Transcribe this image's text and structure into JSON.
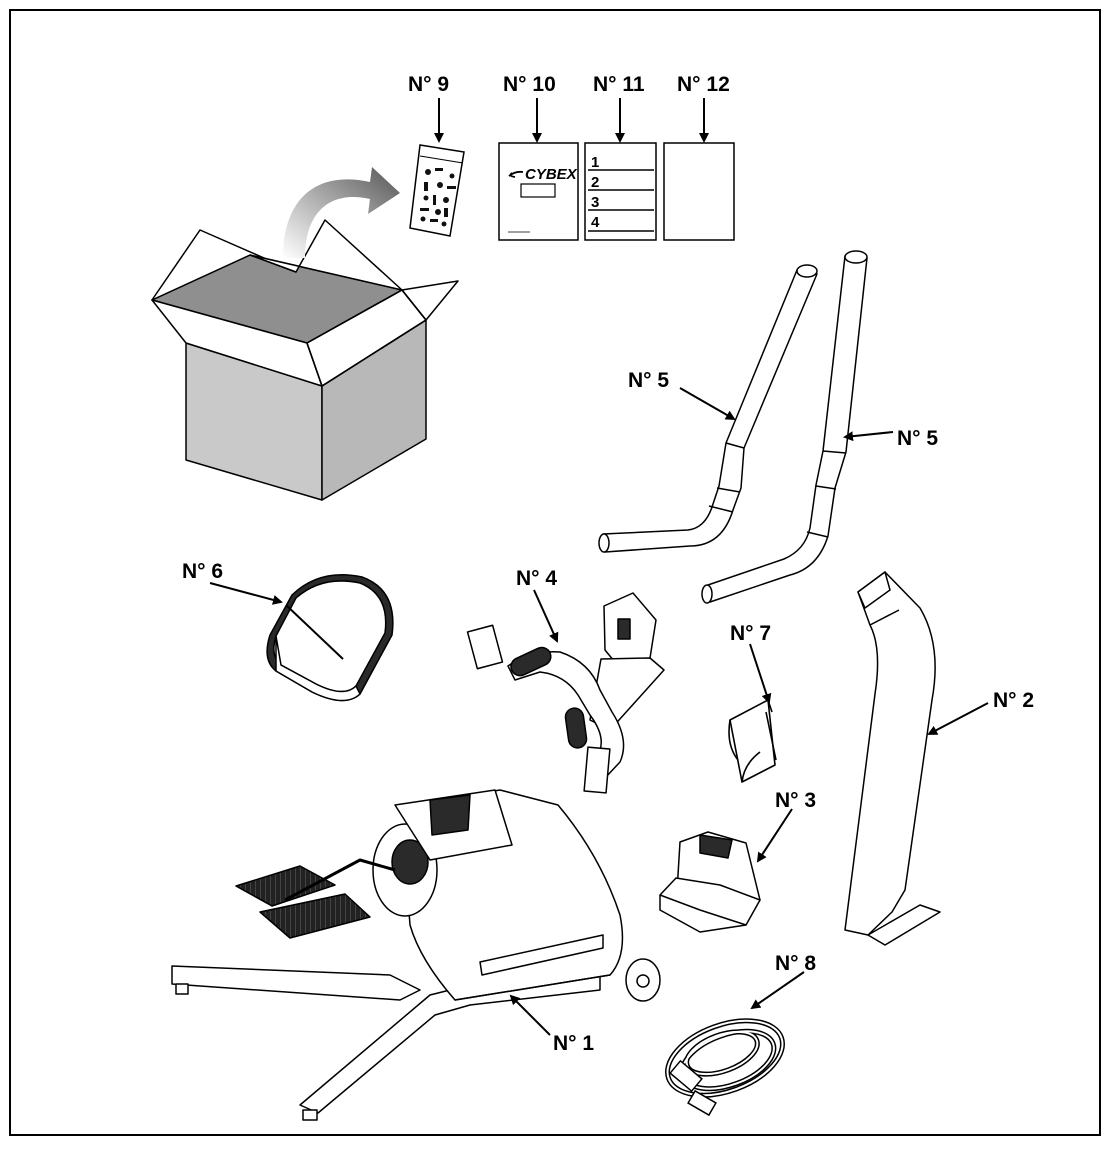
{
  "labels": {
    "p1": "N° 1",
    "p2": "N° 2",
    "p3": "N° 3",
    "p4": "N° 4",
    "p5a": "N° 5",
    "p5b": "N° 5",
    "p6": "N° 6",
    "p7": "N° 7",
    "p8": "N° 8",
    "p9": "N° 9",
    "p10": "N° 10",
    "p11": "N° 11",
    "p12": "N° 12"
  },
  "manual": {
    "brand": "CYBEX"
  },
  "checklist": [
    "1",
    "2",
    "3",
    "4"
  ],
  "colors": {
    "line": "#000000",
    "box_side": "#b8b8b8",
    "box_front": "#c9c9c9",
    "box_inner": "#8f8f8f",
    "part_fill": "#ffffff",
    "dark": "#2a2a2a"
  }
}
